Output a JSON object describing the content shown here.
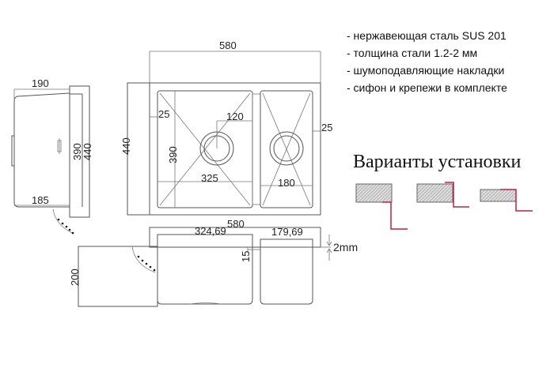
{
  "specs": [
    "- нержавеющая сталь SUS 201",
    "- толщина стали 1.2-2 мм",
    "- шумоподавляющие накладки",
    "- сифон и крепежи в комплекте"
  ],
  "install_title": "Варианты установки",
  "accent_color": "#c0203a",
  "dims": {
    "top_width": "580",
    "top_height": "440",
    "left_margin": "25",
    "right_margin": "25",
    "drain_offset": "120",
    "bowl_height": "390",
    "big_bowl_width": "325",
    "small_bowl_width": "180",
    "side_depth_top": "190",
    "side_depth_bottom": "185",
    "side_390": "390",
    "side_440": "440",
    "front_width": "580",
    "front_big_bowl": "324,69",
    "front_small_bowl": "179,69",
    "front_gap": "15",
    "front_depth": "200",
    "thickness": "2mm"
  }
}
